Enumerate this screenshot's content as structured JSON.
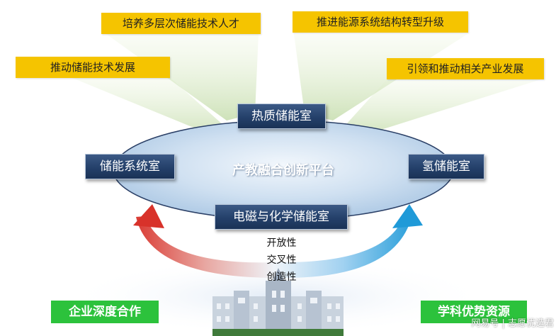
{
  "top_goals": [
    {
      "label": "推动储能技术发展"
    },
    {
      "label": "培养多层次储能技术人才"
    },
    {
      "label": "推进能源系统结构转型升级"
    },
    {
      "label": "引领和推动相关产业发展"
    }
  ],
  "platform": {
    "title": "产教融合创新平台"
  },
  "labs": {
    "thermal": "热质储能室",
    "system": "储能系统室",
    "hydrogen": "氢储能室",
    "electro": "电磁与化学储能室"
  },
  "traits": [
    "开放性",
    "交叉性",
    "创造性"
  ],
  "bottom": {
    "left": "企业深度合作",
    "right": "学科优势资源"
  },
  "watermark": "网易号 | 志愿优选君",
  "colors": {
    "goal_box": "#f5c400",
    "lab_box": "#24406a",
    "platform_fill": "#c9dcef",
    "arrow_left": "#d8322a",
    "arrow_right": "#1f9ad8",
    "bottom_box": "#2cc23c"
  }
}
